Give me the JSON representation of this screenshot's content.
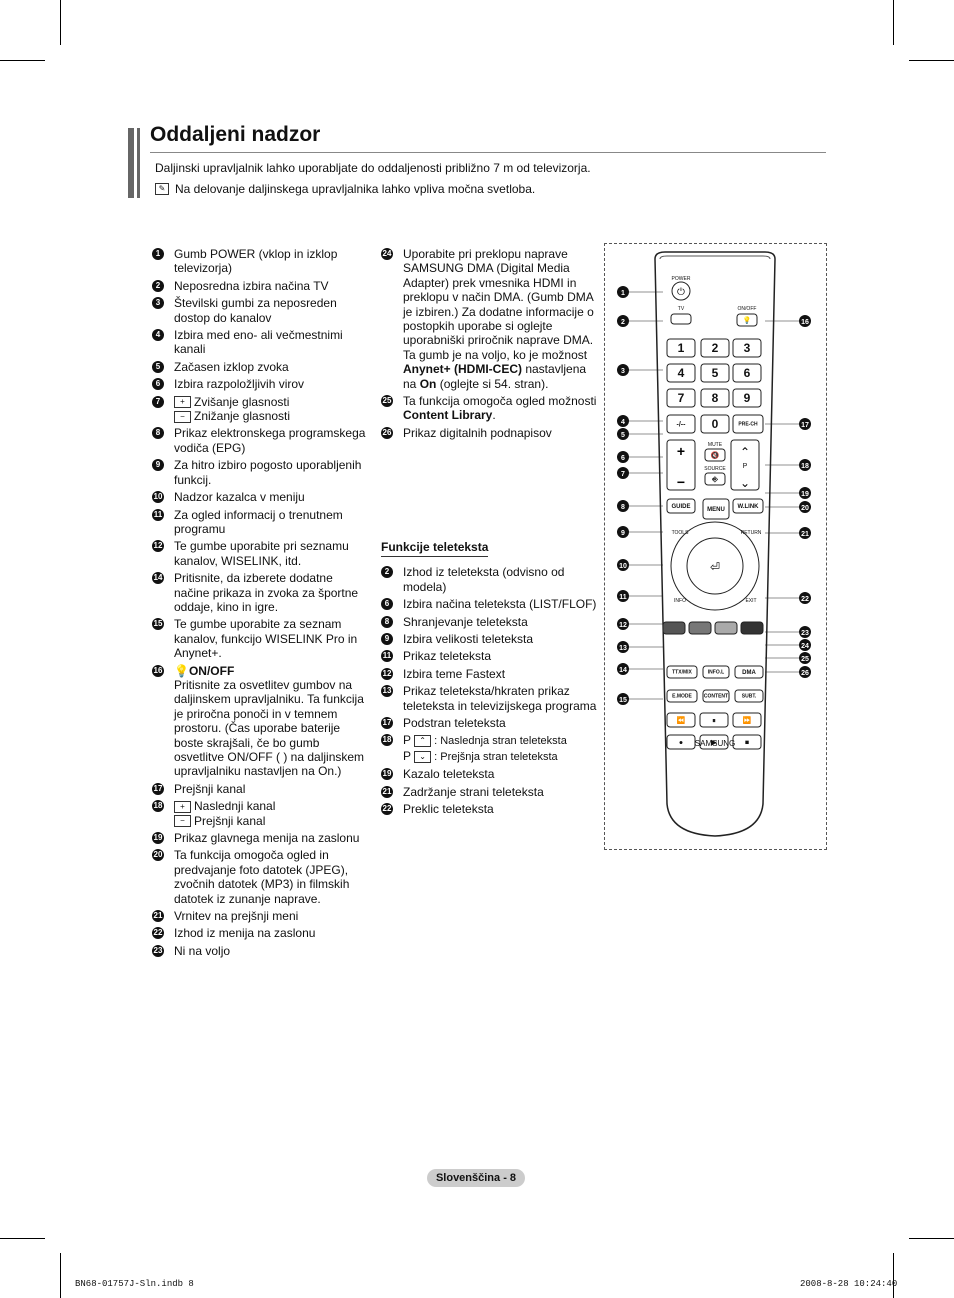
{
  "header": {
    "title": "Oddaljeni nadzor",
    "intro": "Daljinski upravljalnik lahko uporabljate do oddaljenosti približno 7 m od televizorja.",
    "note": "Na delovanje daljinskega upravljalnika lahko vpliva močna svetloba."
  },
  "left_items": [
    {
      "n": "1",
      "text": "Gumb POWER (vklop in izklop televizorja)"
    },
    {
      "n": "2",
      "text": "Neposredna izbira načina TV"
    },
    {
      "n": "3",
      "text": "Številski gumbi za neposreden dostop do kanalov"
    },
    {
      "n": "4",
      "text": "Izbira med eno- ali večmestnimi kanali"
    },
    {
      "n": "5",
      "text": "Začasen izklop zvoka"
    },
    {
      "n": "6",
      "text": "Izbira razpoložljivih virov"
    },
    {
      "n": "7",
      "text": "Zvišanje glasnosti",
      "text2": "Znižanje glasnosti"
    },
    {
      "n": "8",
      "text": "Prikaz elektronskega programskega vodiča (EPG)"
    },
    {
      "n": "9",
      "text": "Za hitro izbiro pogosto uporabljenih funkcij."
    },
    {
      "n": "10",
      "text": "Nadzor kazalca v meniju"
    },
    {
      "n": "11",
      "text": "Za ogled informacij o trenutnem programu"
    },
    {
      "n": "12",
      "text": "Te gumbe uporabite pri seznamu kanalov, WISELINK, itd."
    },
    {
      "n": "14",
      "text": "Pritisnite, da izberete dodatne načine prikaza in zvoka za športne oddaje, kino in igre."
    },
    {
      "n": "15",
      "text": "Te gumbe uporabite za seznam kanalov, funkcijo WISELINK Pro in Anynet+."
    },
    {
      "n": "16",
      "title": "ON/OFF",
      "text": "Pritisnite za osvetlitev gumbov na daljinskem upravljalniku. Ta funkcija je priročna ponoči in v temnem prostoru. (Čas uporabe baterije boste skrajšali, če bo gumb osvetlitve ON/OFF ( ) na daljinskem upravljalniku nastavljen na On.)"
    },
    {
      "n": "17",
      "text": "Prejšnji kanal"
    },
    {
      "n": "18",
      "text": "Naslednji kanal",
      "text2": "Prejšnji kanal"
    },
    {
      "n": "19",
      "text": "Prikaz glavnega menija na zaslonu"
    },
    {
      "n": "20",
      "text": "Ta funkcija omogoča ogled in predvajanje foto datotek (JPEG), zvočnih datotek (MP3) in filmskih datotek iz zunanje naprave."
    },
    {
      "n": "21",
      "text": "Vrnitev na prejšnji meni"
    },
    {
      "n": "22",
      "text": "Izhod iz menija na zaslonu"
    },
    {
      "n": "23",
      "text": "Ni na voljo"
    }
  ],
  "right_items": [
    {
      "n": "24",
      "text": "Uporabite pri preklopu naprave SAMSUNG DMA (Digital Media Adapter) prek vmesnika HDMI in preklopu v način DMA. (Gumb DMA je izbiren.) Za dodatne informacije o postopkih uporabe si oglejte uporabniški priročnik naprave DMA. Ta gumb je na voljo, ko je možnost ",
      "bold": "Anynet+ (HDMI-CEC)",
      "text_b": " nastavljena na ",
      "bold2": "On",
      "text_c": " (oglejte si 54. stran)."
    },
    {
      "n": "25",
      "text": "Ta funkcija omogoča ogled možnosti ",
      "bold": "Content Library",
      "text_b": "."
    },
    {
      "n": "26",
      "text": "Prikaz digitalnih podnapisov"
    }
  ],
  "teletext": {
    "heading": "Funkcije teleteksta",
    "items": [
      {
        "n": "2",
        "text": "Izhod iz teleteksta (odvisno od modela)"
      },
      {
        "n": "6",
        "text": "Izbira načina teleteksta (LIST/FLOF)"
      },
      {
        "n": "8",
        "text": "Shranjevanje teleteksta"
      },
      {
        "n": "9",
        "text": "Izbira velikosti teleteksta"
      },
      {
        "n": "11",
        "text": "Prikaz teleteksta"
      },
      {
        "n": "12",
        "text": "Izbira teme Fastext"
      },
      {
        "n": "13",
        "text": "Prikaz teleteksta/hkraten prikaz teleteksta in televizijskega programa"
      },
      {
        "n": "17",
        "text": "Podstran teleteksta"
      },
      {
        "n": "18",
        "p": "P",
        "text": ": Naslednja stran teleteksta",
        "text2": ": Prejšnja stran teleteksta"
      },
      {
        "n": "19",
        "text": "Kazalo teleteksta"
      },
      {
        "n": "21",
        "text": "Zadržanje strani teleteksta"
      },
      {
        "n": "22",
        "text": "Preklic teleteksta"
      }
    ]
  },
  "remote": {
    "power": "POWER",
    "tv": "TV",
    "onoff": "ON/OFF",
    "mute": "MUTE",
    "source": "SOURCE",
    "p": "P",
    "prech": "PRE-CH",
    "dash": "-/--",
    "guide": "GUIDE",
    "menu": "MENU",
    "wlink": "W.LINK",
    "tools": "TOOLS",
    "return": "RETURN",
    "info": "INFO",
    "exit": "EXIT",
    "ttx": "TTX/MIX",
    "infol": "INFO.L",
    "dma": "DMA",
    "emode": "E.MODE",
    "content": "CONTENT",
    "subt": "SUBT.",
    "brand": "SAMSUNG",
    "digits": [
      "1",
      "2",
      "3",
      "4",
      "5",
      "6",
      "7",
      "8",
      "9",
      "0"
    ],
    "callouts_left": [
      "1",
      "2",
      "3",
      "4",
      "5",
      "6",
      "7",
      "8",
      "9",
      "10",
      "11",
      "12",
      "13",
      "14",
      "15"
    ],
    "callouts_right": [
      "16",
      "17",
      "18",
      "19",
      "20",
      "21",
      "22",
      "23",
      "24",
      "25",
      "26"
    ]
  },
  "footer": {
    "page": "Slovenščina - 8",
    "slug_left": "BN68-01757J-Sln.indb   8",
    "slug_right": "2008-8-28   10:24:40"
  }
}
